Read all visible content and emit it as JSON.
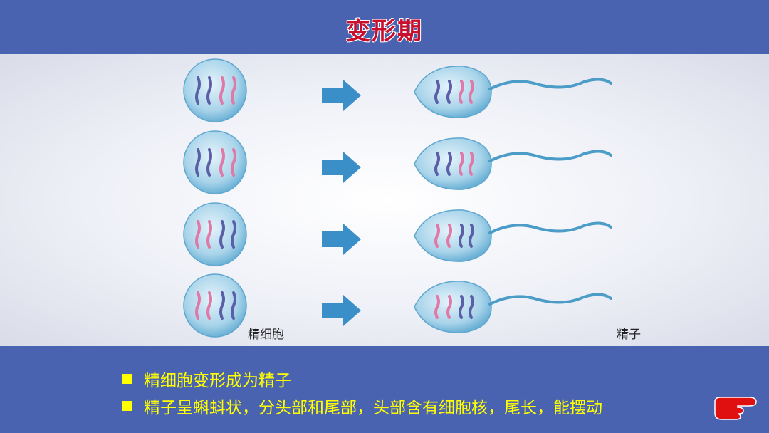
{
  "title": "变形期",
  "labels": {
    "left": "精细胞",
    "right": "精子"
  },
  "bullets": [
    "精细胞变形成为精子",
    "精子呈蝌蚪状，分头部和尾部，头部含有细胞核，尾长，能摆动"
  ],
  "colors": {
    "title": "#c8102e",
    "bullet_text": "#ffff00",
    "band": "#4a63b0",
    "arrow": "#3a8fc8"
  },
  "rows": [
    {
      "chromosomes": [
        "blue",
        "blue",
        "pink",
        "pink"
      ]
    },
    {
      "chromosomes": [
        "blue",
        "blue",
        "pink",
        "pink"
      ]
    },
    {
      "chromosomes": [
        "pink",
        "pink",
        "blue",
        "blue"
      ]
    },
    {
      "chromosomes": [
        "pink",
        "pink",
        "blue",
        "blue"
      ]
    }
  ],
  "icons": {
    "next": "pointing-hand-icon"
  }
}
